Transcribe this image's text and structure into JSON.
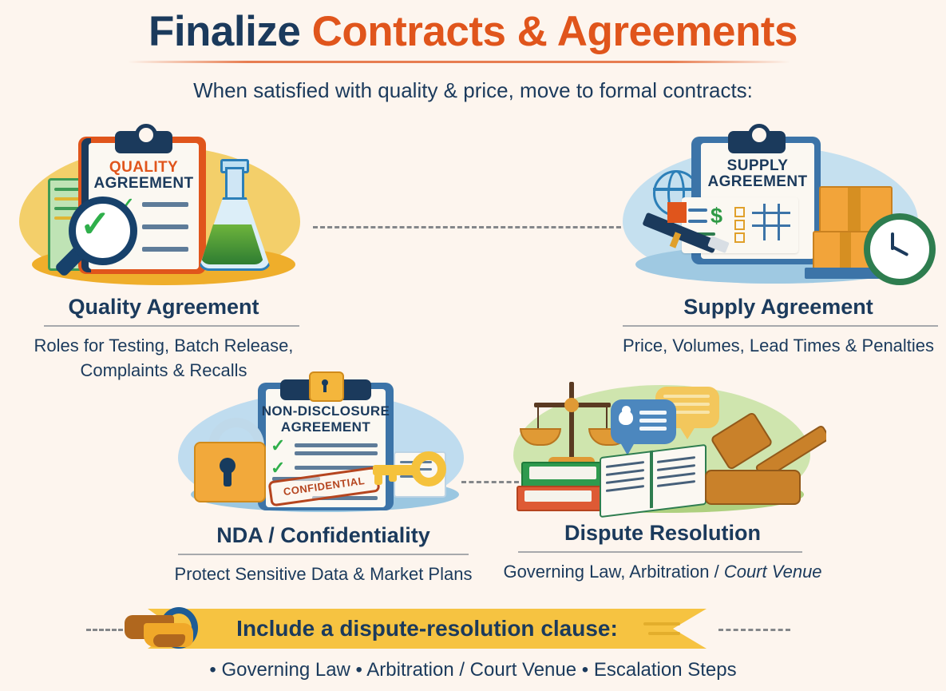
{
  "header": {
    "title_part1": "Finalize ",
    "title_part2": "Contracts & Agreements",
    "subtitle": "When satisfied with quality & price, move to formal contracts:"
  },
  "colors": {
    "background": "#FDF5EE",
    "navy": "#1B3A5C",
    "orange": "#E0551C",
    "amber": "#F6C341",
    "green": "#2FAF4B",
    "rule_gray": "#8A8F96"
  },
  "cards": [
    {
      "id": "quality-agreement",
      "title": "Quality Agreement",
      "desc_line1": "Roles for Testing, Batch Release,",
      "desc_line2": "Complaints & Recalls",
      "art": {
        "blob_color": "#F3CF6A",
        "clipboard_title_line1": "QUALITY",
        "clipboard_title_line2": "AGREEMENT",
        "icons": [
          "clipboard-icon",
          "magnifier-icon",
          "checkmark-icon",
          "flask-icon",
          "document-stack-icon"
        ]
      }
    },
    {
      "id": "supply-agreement",
      "title": "Supply Agreement",
      "desc_line1": "Price, Volumes, Lead Times & Penalties",
      "desc_line2": "",
      "art": {
        "blob_color": "#C5E0EF",
        "clipboard_title_line1": "SUPPLY",
        "clipboard_title_line2": "AGREEMENT",
        "icons": [
          "clipboard-icon",
          "globe-icon",
          "pen-icon",
          "boxes-icon",
          "pallet-icon",
          "clock-icon",
          "dollar-icon"
        ]
      }
    },
    {
      "id": "nda-confidentiality",
      "title": "NDA / Confidentiality",
      "desc_line1": "Protect Sensitive Data & Market Plans",
      "desc_line2": "",
      "art": {
        "blob_color": "#BFDCEF",
        "clipboard_title_line1": "NON-DISCLOSURE",
        "clipboard_title_line2": "AGREEMENT",
        "stamp_text": "CONFIDENTIAL",
        "icons": [
          "padlock-icon",
          "key-icon",
          "clipboard-icon",
          "checkmark-icon",
          "confidential-stamp-icon"
        ]
      }
    },
    {
      "id": "dispute-resolution",
      "title": "Dispute Resolution",
      "desc_prefix": "Governing Law, Arbitration / ",
      "desc_italic": "Court Venue",
      "art": {
        "blob_color": "#CFE5AE",
        "icons": [
          "scales-icon",
          "speech-bubble-icon",
          "gavel-icon",
          "books-icon",
          "open-book-icon",
          "user-icon"
        ]
      }
    }
  ],
  "banner": {
    "text": "Include a dispute-resolution clause:",
    "icon": "handshake-icon",
    "color": "#F6C341"
  },
  "footer": {
    "text": "• Governing Law • Arbitration / Court Venue • Escalation Steps"
  }
}
